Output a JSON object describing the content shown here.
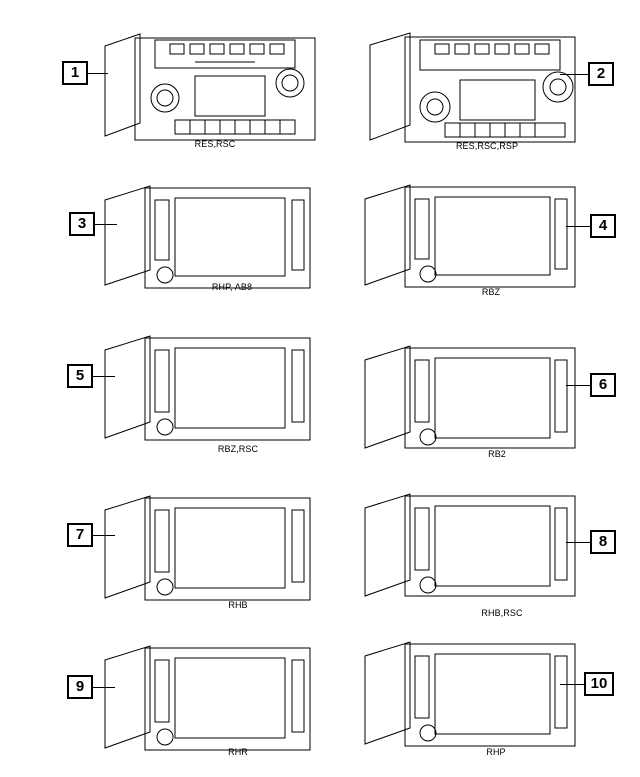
{
  "figure": {
    "items": [
      {
        "callout": "1",
        "caption": "RES,RSC"
      },
      {
        "callout": "2",
        "caption": "RES,RSC,RSP"
      },
      {
        "callout": "3",
        "caption": "RHP, AB8"
      },
      {
        "callout": "4",
        "caption": "RBZ"
      },
      {
        "callout": "5",
        "caption": "RBZ,RSC"
      },
      {
        "callout": "6",
        "caption": "RB2"
      },
      {
        "callout": "7",
        "caption": "RHB"
      },
      {
        "callout": "8",
        "caption": "RHB,RSC"
      },
      {
        "callout": "9",
        "caption": "RHR"
      },
      {
        "callout": "10",
        "caption": "RHP"
      }
    ]
  }
}
